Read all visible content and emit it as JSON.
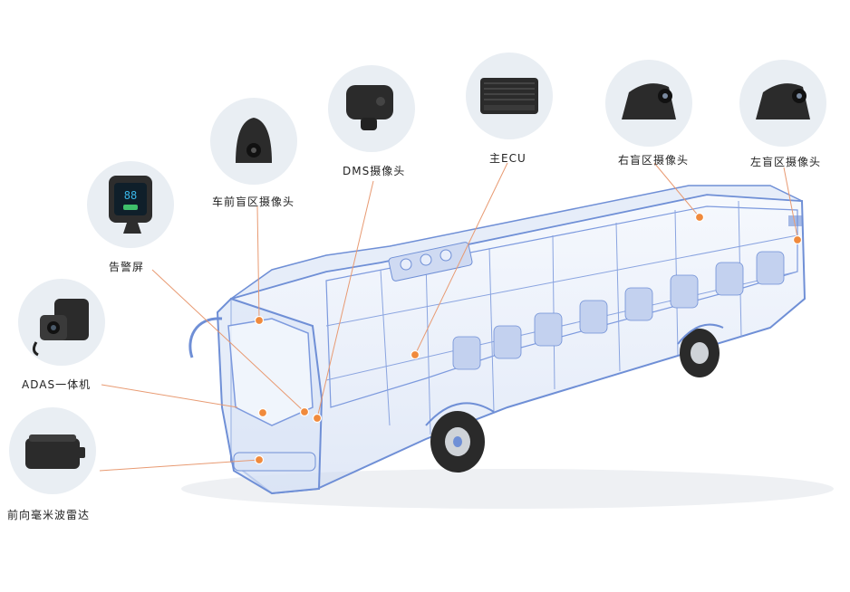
{
  "components": [
    {
      "id": "radar",
      "label": "前向毫米波雷达",
      "icon": "radar-sensor-icon"
    },
    {
      "id": "adas",
      "label": "ADAS一体机",
      "icon": "adas-camera-icon"
    },
    {
      "id": "alarm",
      "label": "告警屏",
      "icon": "alarm-display-icon"
    },
    {
      "id": "front_blind",
      "label": "车前盲区摄像头",
      "icon": "dome-camera-icon"
    },
    {
      "id": "dms",
      "label": "DMS摄像头",
      "icon": "dms-camera-icon"
    },
    {
      "id": "ecu",
      "label": "主ECU",
      "icon": "ecu-box-icon"
    },
    {
      "id": "right_blind",
      "label": "右盲区摄像头",
      "icon": "side-camera-icon"
    },
    {
      "id": "left_blind",
      "label": "左盲区摄像头",
      "icon": "side-camera-icon"
    }
  ],
  "alarm_screen_digits": "88",
  "colors": {
    "marker": "#f08a3c",
    "leader": "#e89a72",
    "bus_line": "#6f8fd6",
    "bus_fill": "#dbe5f7",
    "circle_bg": "#e9eef3"
  }
}
